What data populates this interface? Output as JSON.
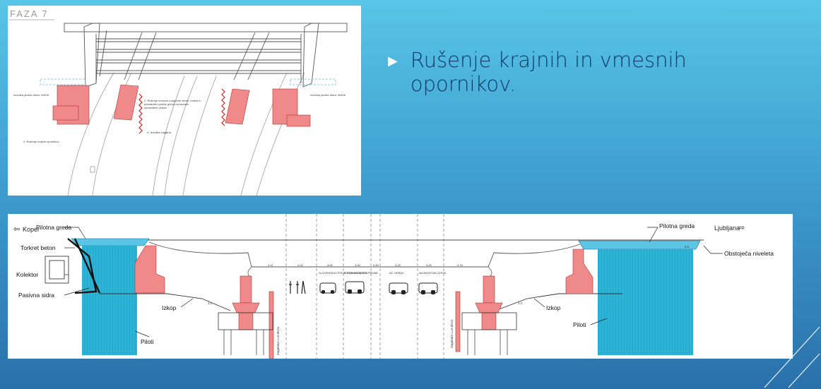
{
  "slide": {
    "bullet_text": "Rušenje krajnih in vmesnih opornikov.",
    "accent_color": "#ffffff",
    "text_color": "#0d3a66",
    "pier_color": "#f08a8a",
    "pile_color": "#2eb4d6"
  },
  "plan_drawing": {
    "phase_label": "FAZA 7",
    "note_left_slab": "Izvedba plošče stene 24408",
    "note_right_slab": "Izvedba plošče stene 40408",
    "note_demolition_center": "2. Rušenje vmesne podporne stene, tunela in prestavitev plošče greda na straneh namestitve plošče",
    "note_cut": "3. Izvedba zagatnic",
    "note_demolition_end": "4. Rušenje krajnih opornikov"
  },
  "section_drawing": {
    "direction_left": "Koper",
    "direction_right": "Ljubljana",
    "label_pilotna_greda_left": "Pilotna greda",
    "label_pilotna_greda_right": "Pilotna greda",
    "label_torkret": "Torkret beton",
    "label_kolektor": "Kolektor",
    "label_pasivna_sidra": "Pasivna sidra",
    "label_izkop_left": "Izkop",
    "label_izkop_right": "Izkop",
    "label_piloti_left": "Piloti",
    "label_piloti_right": "Piloti",
    "label_obstojeca": "Obstoječa niveleta",
    "label_zagatnice_left": "Zagatnice L=5,00 m",
    "label_zagatnice_right": "Zagatnice L=5,00 m",
    "slope_left": "1:1",
    "slope_right": "1:1",
    "slope_top": "2:1",
    "lane_labels": [
      "SLOVENSKA CESTA TROLNA CESTA",
      "PO OBVEZNOSTI PRONE",
      "AC ODRAZ",
      "NUJNOSTNA CESTA"
    ],
    "dimensions": [
      "3.11",
      "2.02",
      "3.00",
      "3.00",
      "0.50",
      "3.25",
      "3.25",
      "3.76"
    ]
  }
}
